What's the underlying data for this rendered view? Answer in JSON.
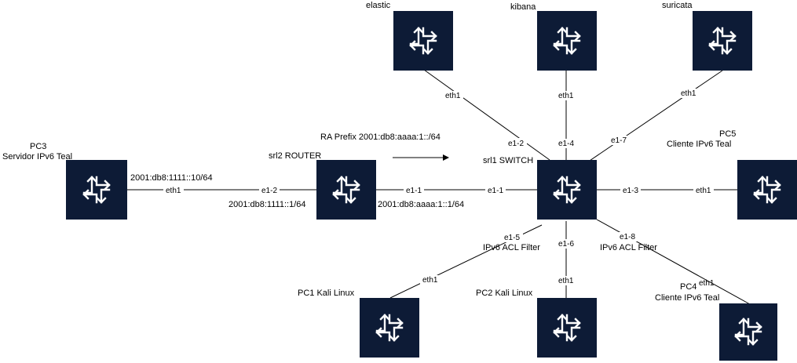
{
  "nodes": {
    "elastic": {
      "label": "elastic"
    },
    "kibana": {
      "label": "kibana"
    },
    "suricata": {
      "label": "suricata"
    },
    "pc3": {
      "label_line1": "PC3",
      "label_line2": "Servidor IPv6 Teal"
    },
    "srl2": {
      "label": "srl2 ROUTER"
    },
    "srl1": {
      "label": "srl1 SWITCH"
    },
    "pc5": {
      "label_line1": "PC5",
      "label_line2": "Cliente IPv6 Teal"
    },
    "pc1": {
      "label": "PC1 Kali Linux"
    },
    "pc2": {
      "label": "PC2 Kali Linux"
    },
    "pc4": {
      "label_line1": "PC4",
      "label_line2": "Cliente IPv6 Teal"
    }
  },
  "links": {
    "elastic_srl1": {
      "a": "eth1",
      "b": "e1-2"
    },
    "kibana_srl1": {
      "a": "eth1",
      "b": "e1-4"
    },
    "suricata_srl1": {
      "a": "eth1",
      "b": "e1-7"
    },
    "pc3_srl2": {
      "a": "eth1",
      "b": "e1-2",
      "addr_a": "2001:db8:1111::10/64",
      "addr_b": "2001:db8:1111::1/64"
    },
    "srl2_srl1": {
      "a": "e1-1",
      "b": "e1-1",
      "addr_a": "2001:db8:aaaa:1::1/64"
    },
    "srl1_pc5": {
      "a": "e1-3",
      "b": "eth1"
    },
    "pc1_srl1": {
      "a": "eth1",
      "b": "e1-5",
      "note": "IPv6 ACL Filter"
    },
    "pc2_srl1": {
      "a": "eth1",
      "b": "e1-6"
    },
    "pc4_srl1": {
      "a": "eth1",
      "b": "e1-8",
      "note": "IPv6 ACL Filter"
    }
  },
  "annotations": {
    "ra_prefix": "RA Prefix 2001:db8:aaaa:1::/64"
  },
  "colors": {
    "node_fill": "#0d1b36",
    "glyph": "#ffffff",
    "line": "#000000",
    "background": "#ffffff"
  },
  "icon": "router-icon"
}
